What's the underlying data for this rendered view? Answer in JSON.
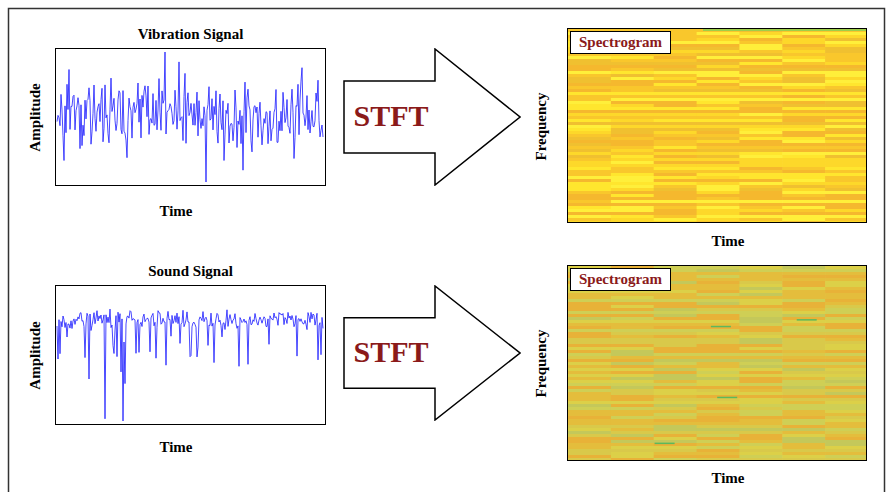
{
  "diagram": {
    "nodes": [
      {
        "text": [
          "Vibration Signal"
        ]
      },
      {
        "text": [
          "STFT"
        ]
      },
      {
        "text": [
          "Spectrogram"
        ]
      },
      {
        "text": [
          "Sound Signal"
        ]
      },
      {
        "text": [
          "STFT"
        ]
      },
      {
        "text": [
          "Spectrogram"
        ]
      }
    ],
    "labels": [
      "Amplitude",
      "Time",
      "Frequency",
      "Time",
      "Amplitude",
      "Time",
      "Frequency",
      "Time"
    ]
  }
}
